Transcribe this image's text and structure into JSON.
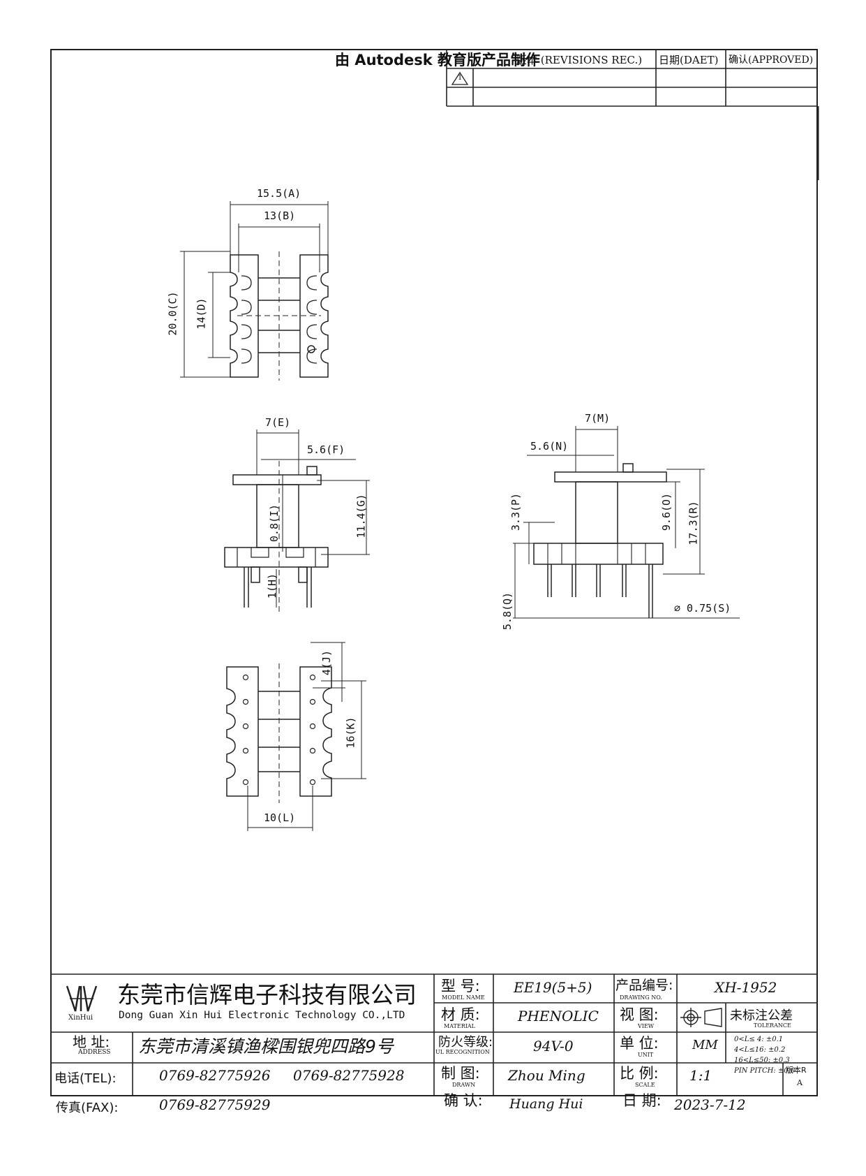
{
  "header": {
    "watermark": "由 Autodesk 教育版产品制作",
    "rev_label": "版本 (REVISIONS REC.)",
    "date_label": "日期(DAET)",
    "approve_label": "确认(APPROVED)",
    "rev_symbol": "1"
  },
  "dims": {
    "A": "15.5(A)",
    "B": "13(B)",
    "C": "20.0(C)",
    "D": "14(D)",
    "E": "7(E)",
    "F": "5.6(F)",
    "G": "11.4(G)",
    "I": "0.8(I)",
    "H": "1(H)",
    "M": "7(M)",
    "N": "5.6(N)",
    "P": "3.3(P)",
    "O": "9.6(O)",
    "R": "17.3(R)",
    "Q": "5.8(Q)",
    "S": "⌀ 0.75(S)",
    "J": "4(J)",
    "K": "16(K)",
    "L": "10(L)"
  },
  "title_block": {
    "logo_text": "XinHui",
    "company_cn": "东莞市信辉电子科技有限公司",
    "company_en": "Dong Guan Xin Hui Electronic Technology CO.,LTD",
    "model_label": "型 号:",
    "model_label_en": "MODEL NAME",
    "model_value": "EE19(5+5)",
    "drawing_no_label": "产品编号:",
    "drawing_no_label_en": "DRAWING NO.",
    "drawing_no_value": "XH-1952",
    "material_label": "材 质:",
    "material_label_en": "MATERIAL",
    "material_value": "PHENOLIC",
    "view_label": "视 图:",
    "view_label_en": "VIEW",
    "tolerance_title": "未标注公差",
    "tolerance_title_en": "TOLERANCE",
    "tolerance_rows": [
      "0<L≤ 4:  ±0.1",
      "4<L≤16:  ±0.2",
      "16<L≤50:  ±0.3",
      "PIN PITCH:  ±0.0"
    ],
    "address_label": "地 址:",
    "address_label_en": "ADDRESS",
    "address_value": "东莞市清溪镇渔樑围银兜四路9号",
    "ul_label": "防火等级:",
    "ul_label_en": "UL RECOGNITION",
    "ul_value": "94V-0",
    "unit_label": "单 位:",
    "unit_label_en": "UNIT",
    "unit_value": "MM",
    "tel_label": "电话(TEL):",
    "tel_1": "0769-82775926",
    "tel_2": "0769-82775928",
    "drawn_label": "制 图:",
    "drawn_label_en": "DRAWN",
    "drawn_value": "Zhou Ming",
    "scale_label": "比 例:",
    "scale_label_en": "SCALE",
    "scale_value": "1:1",
    "fax_label": "传真(FAX):",
    "fax_value": "0769-82775929",
    "confirm_label": "确 认:",
    "confirm_value": "Huang Hui",
    "date_label": "日 期:",
    "date_value": "2023-7-12",
    "version_label": "版本R",
    "version_value": "A"
  }
}
